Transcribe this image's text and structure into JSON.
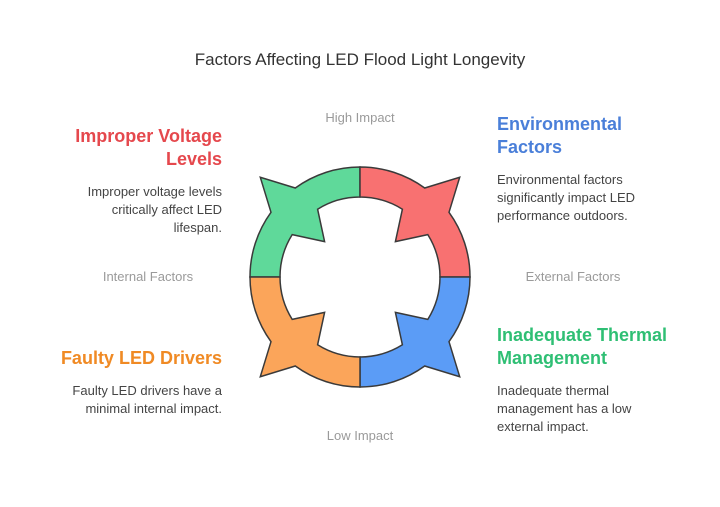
{
  "title": "Factors Affecting LED Flood Light Longevity",
  "axes": {
    "top": "High Impact",
    "bottom": "Low Impact",
    "left": "Internal Factors",
    "right": "External Factors"
  },
  "quadrants": [
    {
      "id": "top-left",
      "heading": "Improper Voltage Levels",
      "description": "Improper voltage levels critically affect LED lifespan.",
      "color": "#e5484d",
      "fill": "#5fd99a"
    },
    {
      "id": "top-right",
      "heading": "Environmental Factors",
      "description": "Environmental factors significantly impact LED performance outdoors.",
      "color": "#4a7fd9",
      "fill": "#f87171"
    },
    {
      "id": "bottom-right",
      "heading": "Inadequate Thermal Management",
      "description": "Inadequate thermal management has a low external impact.",
      "color": "#2fbf74",
      "fill": "#5b9cf6"
    },
    {
      "id": "bottom-left",
      "heading": "Faulty LED Drivers",
      "description": "Faulty LED drivers have a minimal internal impact.",
      "color": "#f08a24",
      "fill": "#fba55a"
    }
  ]
}
